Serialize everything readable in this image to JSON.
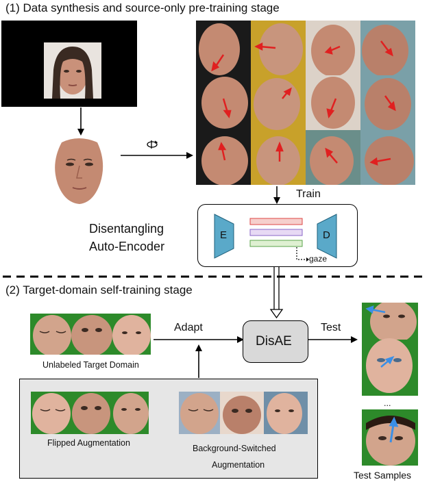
{
  "stage1": {
    "title": "(1) Data synthesis and source-only pre-training stage",
    "train_label": "Train",
    "model_label_line1": "Disentangling",
    "model_label_line2": "Auto-Encoder",
    "encoder_label": "E",
    "decoder_label": "D",
    "gaze_label": "gaze",
    "rotate_icon": "rotate-icon"
  },
  "stage2": {
    "title": "(2) Target-domain self-training stage",
    "adapt_label": "Adapt",
    "test_label": "Test",
    "model_label": "DisAE",
    "unlabeled_caption": "Unlabeled Target Domain",
    "flipped_caption": "Flipped Augmentation",
    "bg_caption_line1": "Background-Switched",
    "bg_caption_line2": "Augmentation",
    "ellipsis": "...",
    "test_caption": "Test Samples"
  },
  "colors": {
    "encoder_fill": "#5aa9c9",
    "feature_red": "#e38a86",
    "feature_purple": "#b59ad6",
    "feature_green": "#9fd27e",
    "gaze_arrow_red": "#e02020",
    "gaze_arrow_blue": "#3b8fe6",
    "box_gray": "#d9d9d9",
    "panel_gray": "#e6e6e6",
    "bg_yellow": "#c8a12a",
    "bg_green": "#2d8a2a"
  }
}
